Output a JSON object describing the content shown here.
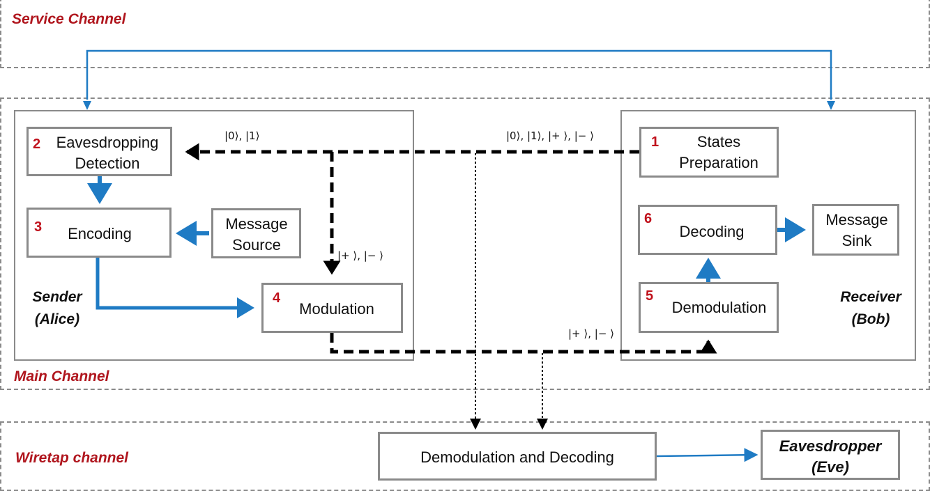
{
  "regions": {
    "service": "Service Channel",
    "main": "Main Channel",
    "wiretap": "Wiretap channel"
  },
  "parties": {
    "sender": {
      "line1": "Sender",
      "line2": "(Alice)"
    },
    "receiver": {
      "line1": "Receiver",
      "line2": "(Bob)"
    },
    "eve": {
      "line1": "Eavesdropper",
      "line2": "(Eve)"
    }
  },
  "blocks": {
    "eavesdropping_detection": {
      "num": "2",
      "line1": "Eavesdropping",
      "line2": "Detection"
    },
    "encoding": {
      "num": "3",
      "label": "Encoding"
    },
    "message_source": {
      "line1": "Message",
      "line2": "Source"
    },
    "modulation": {
      "num": "4",
      "label": "Modulation"
    },
    "states_preparation": {
      "num": "1",
      "line1": "States",
      "line2": "Preparation"
    },
    "decoding": {
      "num": "6",
      "label": "Decoding"
    },
    "message_sink": {
      "line1": "Message",
      "line2": "Sink"
    },
    "demodulation": {
      "num": "5",
      "label": "Demodulation"
    },
    "wiretap_demod_decoding": {
      "label": "Demodulation and Decoding"
    }
  },
  "states": {
    "z_basis": "|0⟩, |1⟩",
    "all_states": "|0⟩, |1⟩, |+ ⟩, |− ⟩",
    "x_basis_to_modulation": "|+ ⟩, |− ⟩",
    "x_basis_to_bob": "|+ ⟩, |− ⟩"
  },
  "colors": {
    "classical_link": "#1f7bc4",
    "quantum_link": "#000000",
    "region_label": "#b0161e",
    "step_number": "#c0111c",
    "border": "#8a8a8a"
  }
}
